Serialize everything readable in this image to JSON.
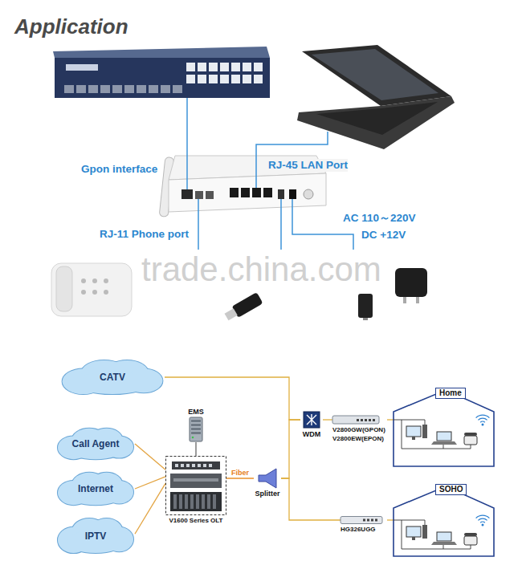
{
  "diagram": {
    "title": "Application",
    "nodes": [
      {
        "text": [
          "CATV"
        ]
      },
      {
        "text": [
          "Call Agent"
        ]
      },
      {
        "text": [
          "Internet"
        ]
      },
      {
        "text": [
          "IPTV"
        ]
      },
      {
        "text": [
          "EMS"
        ]
      },
      {
        "text": [
          "V1600 Series OLT"
        ]
      },
      {
        "text": [
          "Splitter"
        ]
      },
      {
        "text": [
          "WDM"
        ]
      },
      {
        "text": [
          "V2800GW(GPON)",
          "V2800EW(EPON)"
        ]
      },
      {
        "text": [
          "Home"
        ]
      },
      {
        "text": [
          "HG326UGG"
        ]
      },
      {
        "text": [
          "SOHO"
        ]
      }
    ],
    "edges": [
      {
        "from": 0,
        "to": 7,
        "arrow": "none"
      },
      {
        "from": 1,
        "to": 5,
        "arrow": "none"
      },
      {
        "from": 2,
        "to": 5,
        "arrow": "none"
      },
      {
        "from": 3,
        "to": 5,
        "arrow": "none"
      },
      {
        "from": 4,
        "to": 5,
        "arrow": "none"
      },
      {
        "from": 5,
        "to": 6,
        "label": "Fiber",
        "arrow": "none"
      },
      {
        "from": 6,
        "to": 7,
        "arrow": "none"
      },
      {
        "from": 7,
        "to": 8,
        "arrow": "none"
      },
      {
        "from": 8,
        "to": 9,
        "arrow": "none"
      },
      {
        "from": 6,
        "to": 10,
        "arrow": "none"
      },
      {
        "from": 10,
        "to": 11,
        "arrow": "none"
      }
    ],
    "labels": [
      "Gpon interface",
      "RJ-45 LAN Port",
      "RJ-11 Phone port",
      "AC 110～220V",
      "DC +12V",
      "trade.china.com"
    ]
  }
}
